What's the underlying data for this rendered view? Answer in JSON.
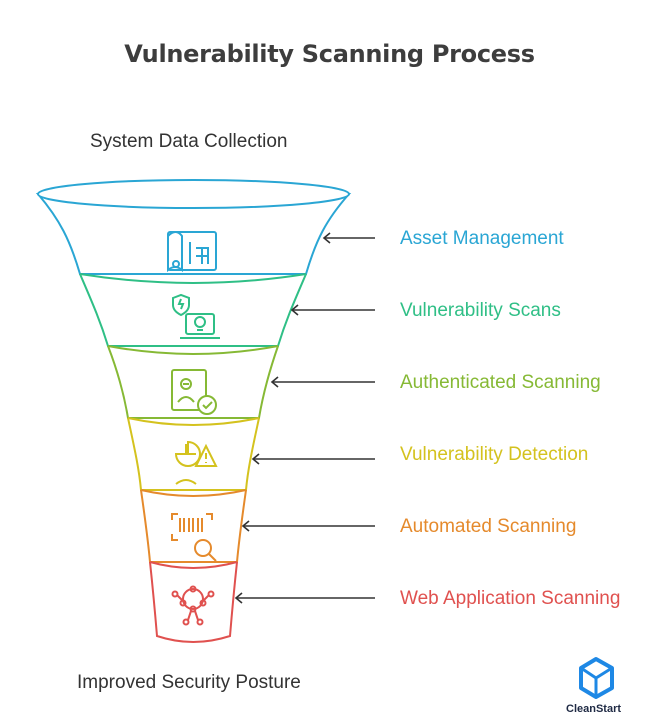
{
  "title": "Vulnerability Scanning Process",
  "top_label": "System Data Collection",
  "bottom_label": "Improved Security Posture",
  "stages": [
    {
      "label": "Asset Management",
      "color": "#2aa6d4",
      "icon": "blueprint-building-icon"
    },
    {
      "label": "Vulnerability Scans",
      "color": "#2fbf86",
      "icon": "shield-laptop-skull-icon"
    },
    {
      "label": "Authenticated Scanning",
      "color": "#86b935",
      "icon": "user-verified-check-icon"
    },
    {
      "label": "Vulnerability Detection",
      "color": "#d4c21e",
      "icon": "pie-chart-warning-icon"
    },
    {
      "label": "Automated Scanning",
      "color": "#e58a2c",
      "icon": "barcode-magnifier-icon"
    },
    {
      "label": "Web Application Scanning",
      "color": "#e0514f",
      "icon": "network-nodes-icon"
    }
  ],
  "brand": {
    "name": "CleanStart",
    "color": "#1e88e5"
  }
}
